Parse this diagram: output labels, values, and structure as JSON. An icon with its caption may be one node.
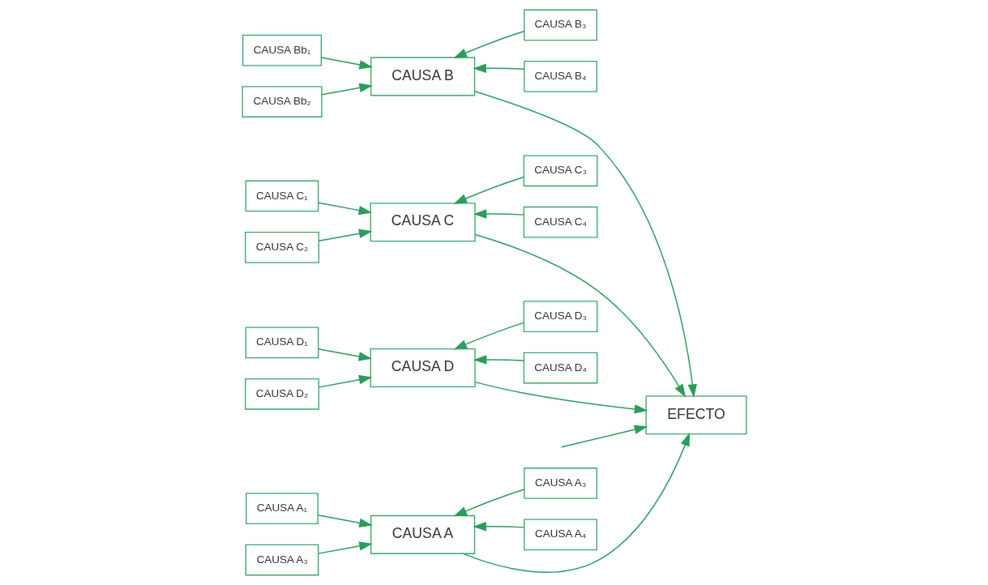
{
  "diagram": {
    "nodes": [
      {
        "text": [
          "CAUSA A"
        ]
      },
      {
        "text": [
          "CAUSA B"
        ]
      },
      {
        "text": [
          "CAUSA A₁"
        ]
      },
      {
        "text": [
          "CAUSA A₃"
        ]
      },
      {
        "text": [
          "CAUSA Bb₁"
        ]
      },
      {
        "text": [
          "CAUSA B₃"
        ]
      },
      {
        "text": [
          "CAUSA A₃"
        ]
      },
      {
        "text": [
          "CAUSA A₄"
        ]
      },
      {
        "text": [
          "CAUSA Bb₂"
        ]
      },
      {
        "text": [
          "CAUSA B₄"
        ]
      },
      {
        "text": [
          "EFECTO"
        ]
      },
      {
        "text": [
          "CAUSA C₁"
        ]
      },
      {
        "text": [
          "CAUSA C₃"
        ]
      },
      {
        "text": [
          "CAUSA D₁"
        ]
      },
      {
        "text": [
          "CAUSA D₃"
        ]
      },
      {
        "text": [
          "CAUSA C₂"
        ]
      },
      {
        "text": [
          "CAUSA C₄"
        ]
      },
      {
        "text": [
          "CAUSA D₂"
        ]
      },
      {
        "text": [
          "CAUSA D₄"
        ]
      },
      {
        "text": [
          "CAUSA C"
        ]
      },
      {
        "text": [
          "CAUSA D"
        ]
      }
    ],
    "edges": [
      {
        "from": 2,
        "to": 0,
        "arrow": "to"
      },
      {
        "from": 3,
        "to": 0,
        "arrow": "to"
      },
      {
        "from": 6,
        "to": 0,
        "arrow": "to"
      },
      {
        "from": 7,
        "to": 0,
        "arrow": "to"
      },
      {
        "from": 4,
        "to": 1,
        "arrow": "to"
      },
      {
        "from": 5,
        "to": 1,
        "arrow": "to"
      },
      {
        "from": 8,
        "to": 1,
        "arrow": "to"
      },
      {
        "from": 9,
        "to": 1,
        "arrow": "to"
      },
      {
        "from": 11,
        "to": 19,
        "arrow": "to"
      },
      {
        "from": 12,
        "to": 19,
        "arrow": "to"
      },
      {
        "from": 15,
        "to": 19,
        "arrow": "to"
      },
      {
        "from": 16,
        "to": 19,
        "arrow": "to"
      },
      {
        "from": 13,
        "to": 20,
        "arrow": "to"
      },
      {
        "from": 14,
        "to": 20,
        "arrow": "to"
      },
      {
        "from": 17,
        "to": 20,
        "arrow": "to"
      },
      {
        "from": 18,
        "to": 20,
        "arrow": "to"
      },
      {
        "from": 0,
        "to": 10,
        "arrow": "to"
      },
      {
        "from": 1,
        "to": 10,
        "arrow": "to"
      },
      {
        "from": 19,
        "to": 10,
        "arrow": "to"
      },
      {
        "from": 20,
        "to": 10,
        "arrow": "to"
      },
      {
        "from": null,
        "to": 10,
        "arrow": "to"
      }
    ]
  }
}
